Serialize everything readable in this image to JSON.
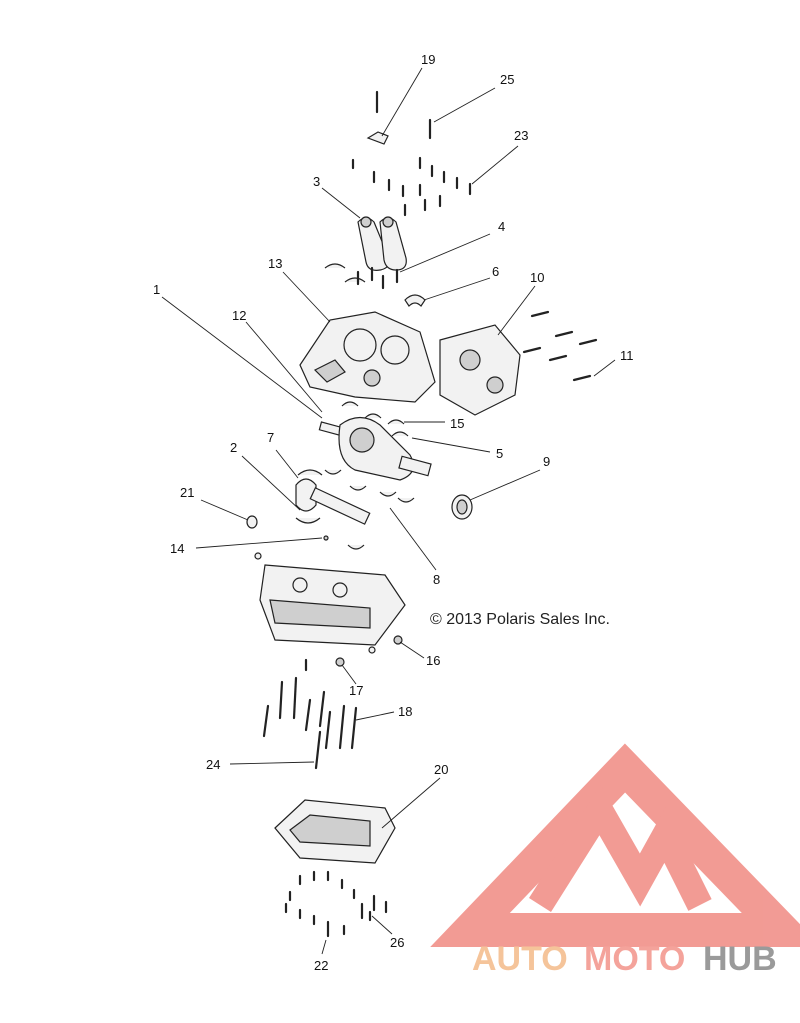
{
  "diagram": {
    "copyright": "© 2013 Polaris Sales Inc.",
    "callouts": [
      "1",
      "2",
      "3",
      "4",
      "5",
      "6",
      "7",
      "8",
      "9",
      "10",
      "11",
      "12",
      "13",
      "14",
      "15",
      "16",
      "17",
      "18",
      "19",
      "20",
      "21",
      "22",
      "23",
      "24",
      "25",
      "26"
    ]
  },
  "watermark": {
    "text_part1": "AUTO",
    "text_part2": "MOTO",
    "text_part3": "HUB",
    "colors": {
      "auto": "#f5c49a",
      "moto": "#f4a39b",
      "hub": "#9a9a9a",
      "triangle": "#f08a82"
    }
  }
}
